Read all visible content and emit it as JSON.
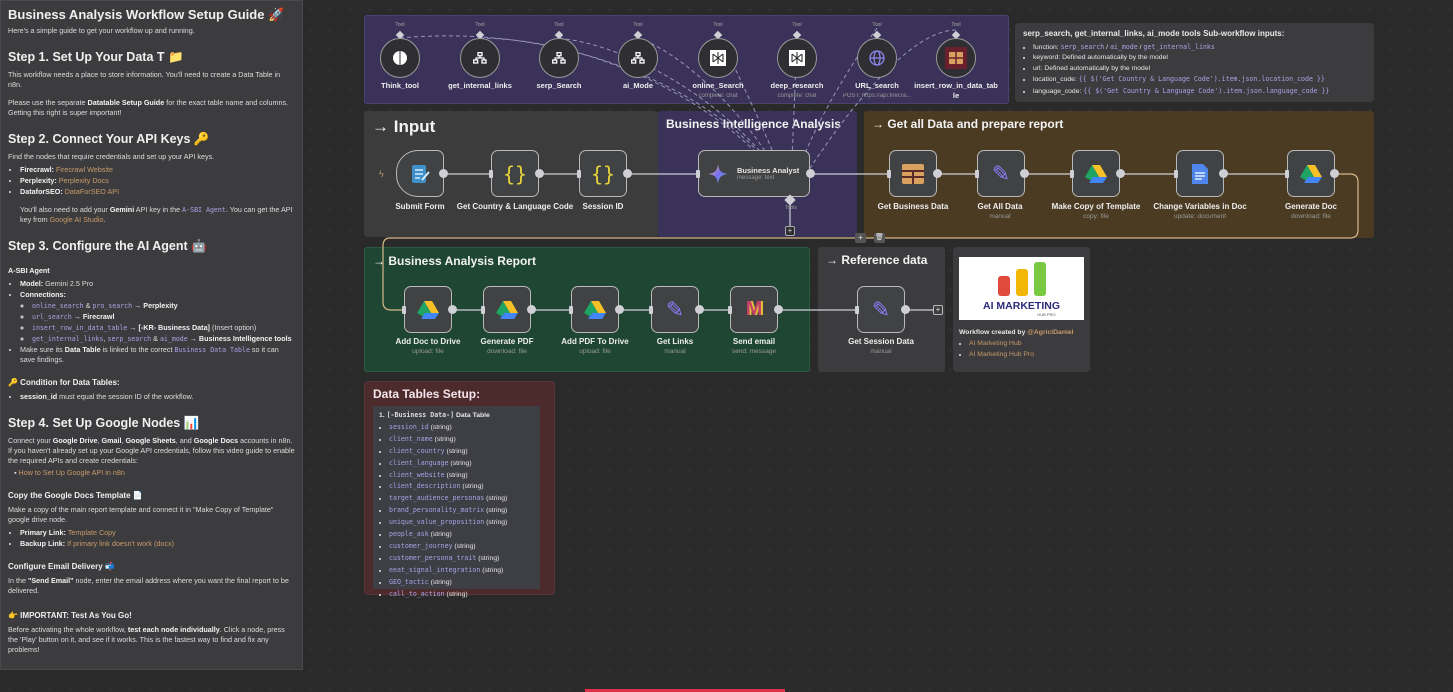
{
  "guide": {
    "title": "Business Analysis Workflow Setup Guide 🚀",
    "intro": "Here's a simple guide to get your workflow up and running.",
    "step1": {
      "heading": "Step 1. Set Up Your Data T 📁",
      "p1": "This workflow needs a place to store information. You'll need to create a Data Table in n8n.",
      "p2a": "Please use the separate ",
      "p2b": "Datatable Setup Guide",
      "p2c": " for the exact table name and columns. Getting this right is super important!"
    },
    "step2": {
      "heading": "Step 2. Connect Your API Keys 🔑",
      "p": "Find the nodes that require credentials and set up your API keys.",
      "items": [
        {
          "k": "Firecrawl:",
          "v": "Firecrawl Website"
        },
        {
          "k": "Perplexity:",
          "v": "Perplexity Docs"
        },
        {
          "k": "DataforSEO:",
          "v": "DataForSEO API"
        }
      ],
      "note_a": "You'll also need to add your ",
      "note_b": "Gemini",
      "note_c": " API key in the ",
      "note_code": "A-SBI Agent",
      "note_d": ". You can get the API key from ",
      "note_link": "Google AI Studio",
      "note_e": "."
    },
    "step3": {
      "heading": "Step 3. Configure the AI Agent 🤖",
      "agent": "A-SBI Agent",
      "model_k": "Model:",
      "model_v": " Gemini 2.5 Pro",
      "conn_k": "Connections:",
      "c1": {
        "a": "online_search",
        "b": " & ",
        "c": "pro_search",
        "d": " → ",
        "e": "Perplexity"
      },
      "c2": {
        "a": "url_search",
        "d": " → ",
        "e": "Firecrawl"
      },
      "c3": {
        "a": "insert_row_in_data_table",
        "d": " → ",
        "e": "[-KR- Business Data]",
        "f": " (Insert option)"
      },
      "c4": {
        "a": "get_internal_links",
        "b": ", ",
        "c": "serp_search",
        "g": " & ",
        "h": "ai_mode",
        "d": " → ",
        "e": "Business Intelligence tools"
      },
      "m_a": "Make sure its ",
      "m_b": "Data Table",
      "m_c": " is linked to the correct ",
      "m_code": "Business Data Table",
      "m_d": " so it can save findings.",
      "cond_heading": "🔑 Condition for Data Tables:",
      "cond_b": "session_id",
      "cond_t": " must equal the session ID of the workflow."
    },
    "step4": {
      "heading": "Step 4. Set Up Google Nodes 📊",
      "a": "Connect your ",
      "b1": "Google Drive",
      "s1": ", ",
      "b2": "Gmail",
      "s2": ", ",
      "b3": "Google Sheets",
      "s3": ", and ",
      "b4": "Google Docs",
      "t": " accounts in n8n. If you haven't already set up your Google API credentials, follow this video guide to enable the required APIs and create credentials:",
      "link": "How to Set Up Google API in n8n"
    },
    "copy": {
      "heading": "Copy the Google Docs Template 📄",
      "p": "Make a copy of the main report template and connect it in \"Make Copy of Template\" google drive node.",
      "items": [
        {
          "k": "Primary Link:",
          "v": "Template Copy"
        },
        {
          "k": "Backup Link:",
          "v": "If primary link doesn't work (docx)"
        }
      ]
    },
    "email": {
      "heading": "Configure Email Delivery 📬",
      "a": "In the ",
      "b": "\"Send Email\"",
      "c": " node, enter the email address where you want the final report to be delivered."
    },
    "important": {
      "heading": "👉 IMPORTANT: Test As You Go!",
      "a": "Before activating the whole workflow, ",
      "b": "test each node individually",
      "c": ". Click a node, press the 'Play' button on it, and see if it works. This is the fastest way to find and fix any problems!"
    }
  },
  "tools": {
    "connector_label": "Tool",
    "items": [
      {
        "label": "Think_tool",
        "sub": "",
        "icon": "brain-icon"
      },
      {
        "label": "get_internal_links",
        "sub": "",
        "icon": "sitemap-icon"
      },
      {
        "label": "serp_Search",
        "sub": "",
        "icon": "sitemap-icon"
      },
      {
        "label": "ai_Mode",
        "sub": "",
        "icon": "sitemap-icon"
      },
      {
        "label": "online_Search",
        "sub": "complete: chat",
        "icon": "perplexity-icon"
      },
      {
        "label": "deep_research",
        "sub": "complete: chat",
        "icon": "perplexity-icon"
      },
      {
        "label": "URL_search",
        "sub": "POST: https://api.firecra...",
        "icon": "globe-icon"
      },
      {
        "label": "insert_row_in_data_table",
        "sub": "",
        "icon": "table-icon"
      }
    ]
  },
  "info_note": {
    "title": "serp_search, get_internal_links, ai_mode tools Sub-workflow inputs:",
    "f_k": "function: ",
    "f1": "serp_search",
    "sep": " / ",
    "f2": "ai_mode",
    "f3": "get_internal_links",
    "kw": "keyword: Defined automatically by the model",
    "url": "url: Defined automatically by the model",
    "loc_k": "location_code: ",
    "loc_v": "{{ $('Get Country & Language Code').item.json.location_code }}",
    "lang_k": "language_code: ",
    "lang_v": "{{ $('Get Country & Language Code').item.json.language_code }}"
  },
  "sections": {
    "input": "→ Input",
    "bi": "Business Intelligence Analysis",
    "report_prep": "→ Get all Data and prepare report",
    "report": "→ Business Analysis Report",
    "reference": "→ Reference data"
  },
  "nodes": {
    "submit_form": {
      "label": "Submit Form"
    },
    "get_country": {
      "label": "Get Country & Language Code"
    },
    "session_id": {
      "label": "Session ID"
    },
    "business_analyst": {
      "label": "Business Analyst",
      "sub": "message: text",
      "tools_label": "Tools"
    },
    "get_business_data": {
      "label": "Get Business Data"
    },
    "get_all_data": {
      "label": "Get All Data",
      "sub": "manual"
    },
    "make_copy": {
      "label": "Make Copy of Template",
      "sub": "copy: file"
    },
    "change_vars": {
      "label": "Change Variables in Doc",
      "sub": "update: document"
    },
    "generate_doc": {
      "label": "Generate Doc",
      "sub": "download: file"
    },
    "add_doc": {
      "label": "Add Doc to Drive",
      "sub": "upload: file"
    },
    "generate_pdf": {
      "label": "Generate PDF",
      "sub": "download: file"
    },
    "add_pdf": {
      "label": "Add PDF To Drive",
      "sub": "upload: file"
    },
    "get_links": {
      "label": "Get Links",
      "sub": "manual"
    },
    "send_email": {
      "label": "Send email",
      "sub": "send: message"
    },
    "get_session": {
      "label": "Get Session Data",
      "sub": "manual"
    }
  },
  "credit": {
    "logo_text": "AI MARKETING",
    "logo_sub": "HUB PRO",
    "created": "Workflow created by ",
    "author": "@AgriciDaniel",
    "links": [
      "AI Marketing Hub",
      "AI Marketing Hub Pro"
    ]
  },
  "datatables": {
    "title": "Data Tables Setup:",
    "table_num": "1. ",
    "table_code": "[-Business Data-]",
    "table_label": " Data Table",
    "type": "(string)",
    "columns": [
      "session_id",
      "client_name",
      "client_country",
      "client_language",
      "client_website",
      "client_description",
      "target_audience_personas",
      "brand_personality_matrix",
      "unique_value_proposition",
      "people_ask",
      "customer_journey",
      "customer_persona_trait",
      "eeat_signal_integration",
      "GEO_tactic",
      "call_to_action"
    ]
  },
  "colors": {
    "accent_link": "#c89a6a",
    "code": "#a9a2e6",
    "purple_section": "#3a3258",
    "brown_section": "#4a3b22",
    "green_section": "#1f4632",
    "red_section": "#4d2b2d"
  }
}
